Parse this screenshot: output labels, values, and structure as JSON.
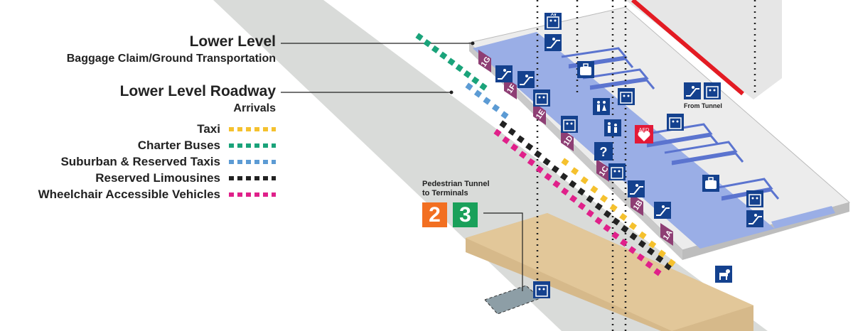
{
  "labels": {
    "lower_level_title": "Lower Level",
    "lower_level_sub": "Baggage Claim/Ground Transportation",
    "roadway_title": "Lower Level Roadway",
    "roadway_sub": "Arrivals",
    "tunnel_line1": "Pedestrian Tunnel",
    "tunnel_line2": "to Terminals",
    "from_tunnel": "From Tunnel",
    "aed": "AED",
    "info": "?"
  },
  "legend": [
    {
      "label": "Taxi",
      "color": "#f5c12e"
    },
    {
      "label": "Charter Buses",
      "color": "#1aa37a"
    },
    {
      "label": "Suburban & Reserved Taxis",
      "color": "#5c9bd4"
    },
    {
      "label": "Reserved Limousines",
      "color": "#222222"
    },
    {
      "label": "Wheelchair Accessible Vehicles",
      "color": "#e0208a"
    }
  ],
  "terminals": [
    {
      "number": "2",
      "color": "#f26f21"
    },
    {
      "number": "3",
      "color": "#1aa05a"
    }
  ],
  "doors": [
    "1G",
    "1F",
    "1E",
    "1D",
    "1C",
    "1B",
    "1A"
  ],
  "colors": {
    "road": "#d9dbd9",
    "building": "#ebebeb",
    "floor": "#9aaee6",
    "floor_dark": "#7f97e0",
    "tunnel": "#d6b98a",
    "door": "#8e3e74",
    "sign": "#14418e",
    "aed": "#e31937",
    "rail": "#e31b23"
  },
  "icons": [
    "elevator-icon",
    "escalator-icon",
    "baggage-icon",
    "restroom-icon",
    "family-restroom-icon",
    "info-icon",
    "aed-icon",
    "service-animal-icon"
  ]
}
